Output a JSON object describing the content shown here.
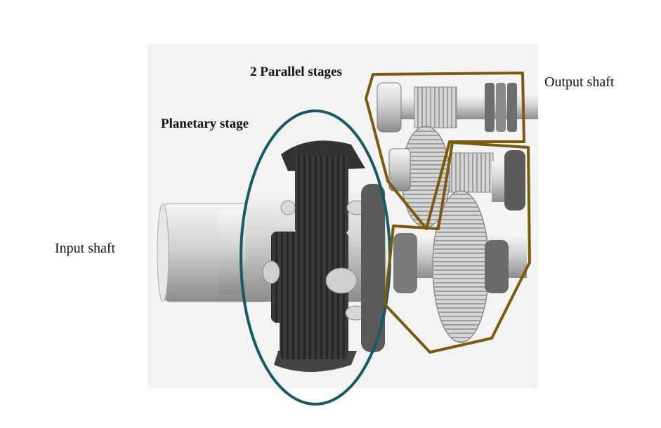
{
  "labels": {
    "parallel_stages": "2 Parallel stages",
    "planetary_stage": "Planetary stage",
    "output_shaft": "Output shaft",
    "input_shaft": "Input shaft"
  },
  "colors": {
    "planetary_outline": "#175a66",
    "parallel_outline": "#7a5a0c",
    "background": "#f2f2f2",
    "gear_dark": "#3a3a3a",
    "gear_light": "#c8c8c8",
    "shaft": "#d9d9d9"
  },
  "icons": {
    "planetary": "planetary-gear-icon",
    "parallel_upper": "spur-gear-icon",
    "parallel_lower": "spur-gear-icon"
  }
}
